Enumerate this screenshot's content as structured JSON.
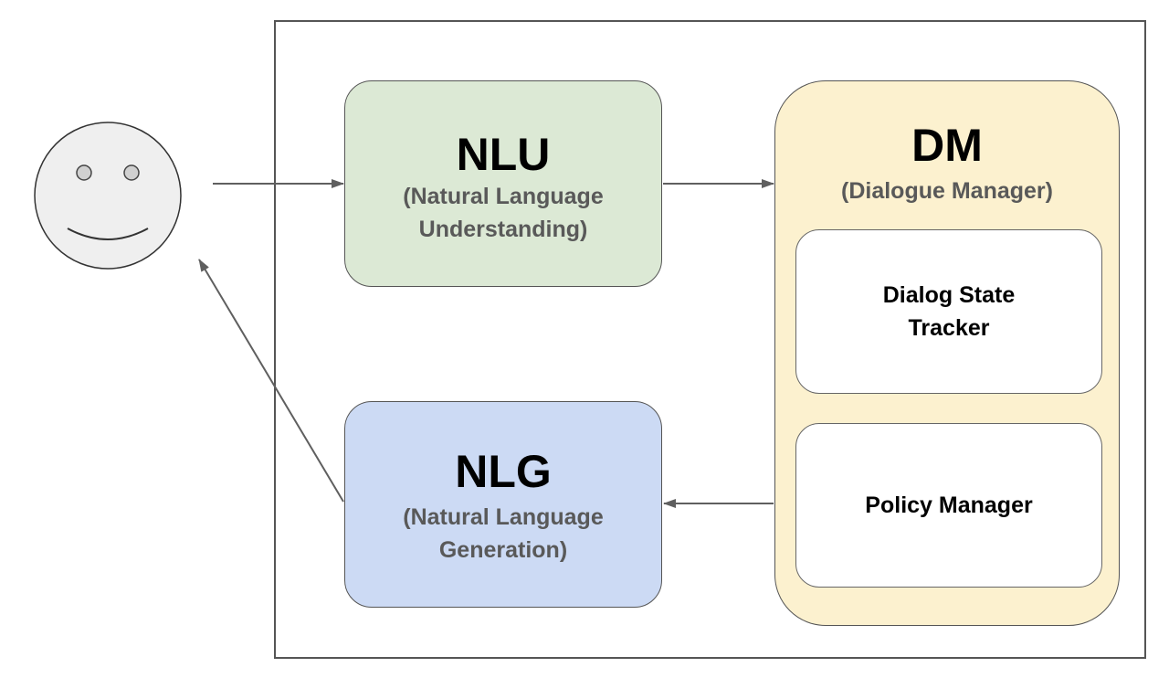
{
  "nlu": {
    "title": "NLU",
    "subtitle": "(Natural Language Understanding)"
  },
  "dm": {
    "title": "DM",
    "subtitle": "(Dialogue Manager)",
    "tracker_label": "Dialog State Tracker",
    "policy_label": "Policy Manager"
  },
  "nlg": {
    "title": "NLG",
    "subtitle": "(Natural Language Generation)"
  },
  "colors": {
    "nlu_fill": "#dce9d5",
    "dm_fill": "#fcf1cf",
    "nlg_fill": "#ccdaf4",
    "stroke": "#555555",
    "arrow": "#5f5f5f"
  }
}
